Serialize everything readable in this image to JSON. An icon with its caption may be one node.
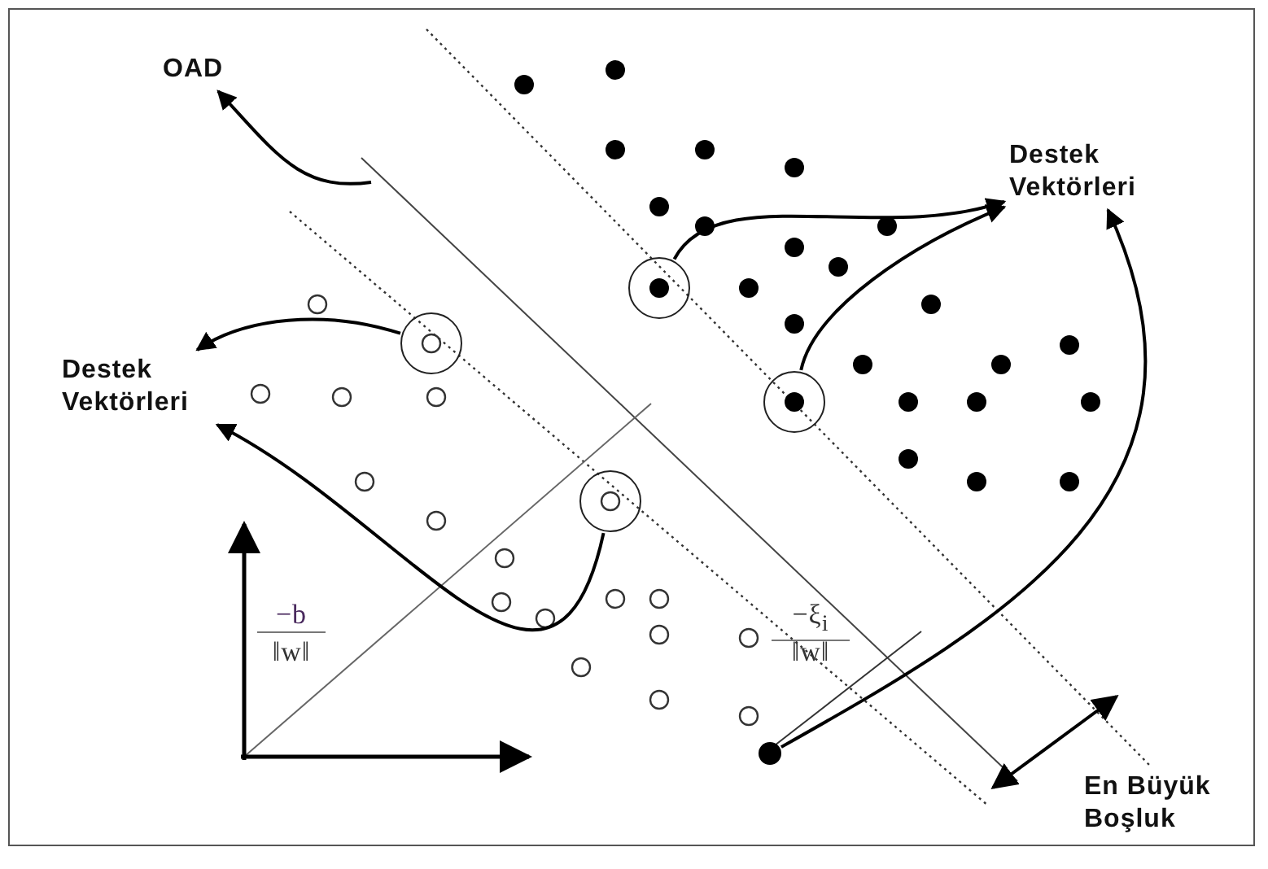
{
  "diagram": {
    "nodes": [
      {
        "text": [
          "OAD"
        ]
      },
      {
        "text": [
          "Destek Vektörleri"
        ]
      },
      {
        "text": [
          "Destek Vektörleri"
        ]
      },
      {
        "text": [],
        "shape": "circle"
      },
      {
        "text": [],
        "shape": "circle"
      },
      {
        "text": [],
        "shape": "circle"
      },
      {
        "text": [],
        "shape": "circle"
      },
      {
        "text": [],
        "shape": "circle"
      }
    ],
    "edges": [
      {
        "from": null,
        "to": 0,
        "arrow": "to"
      },
      {
        "from": 3,
        "to": 1,
        "arrow": "to"
      },
      {
        "from": 4,
        "to": 1,
        "arrow": "to"
      },
      {
        "from": 5,
        "to": 2,
        "arrow": "to"
      },
      {
        "from": 6,
        "to": 2,
        "arrow": "to"
      },
      {
        "from": 7,
        "to": 1,
        "arrow": "to"
      }
    ],
    "labels": [
      "−b",
      "‖w‖",
      "−ξ$_{i}$",
      "‖w‖",
      "En Büyük Boşluk"
    ]
  }
}
